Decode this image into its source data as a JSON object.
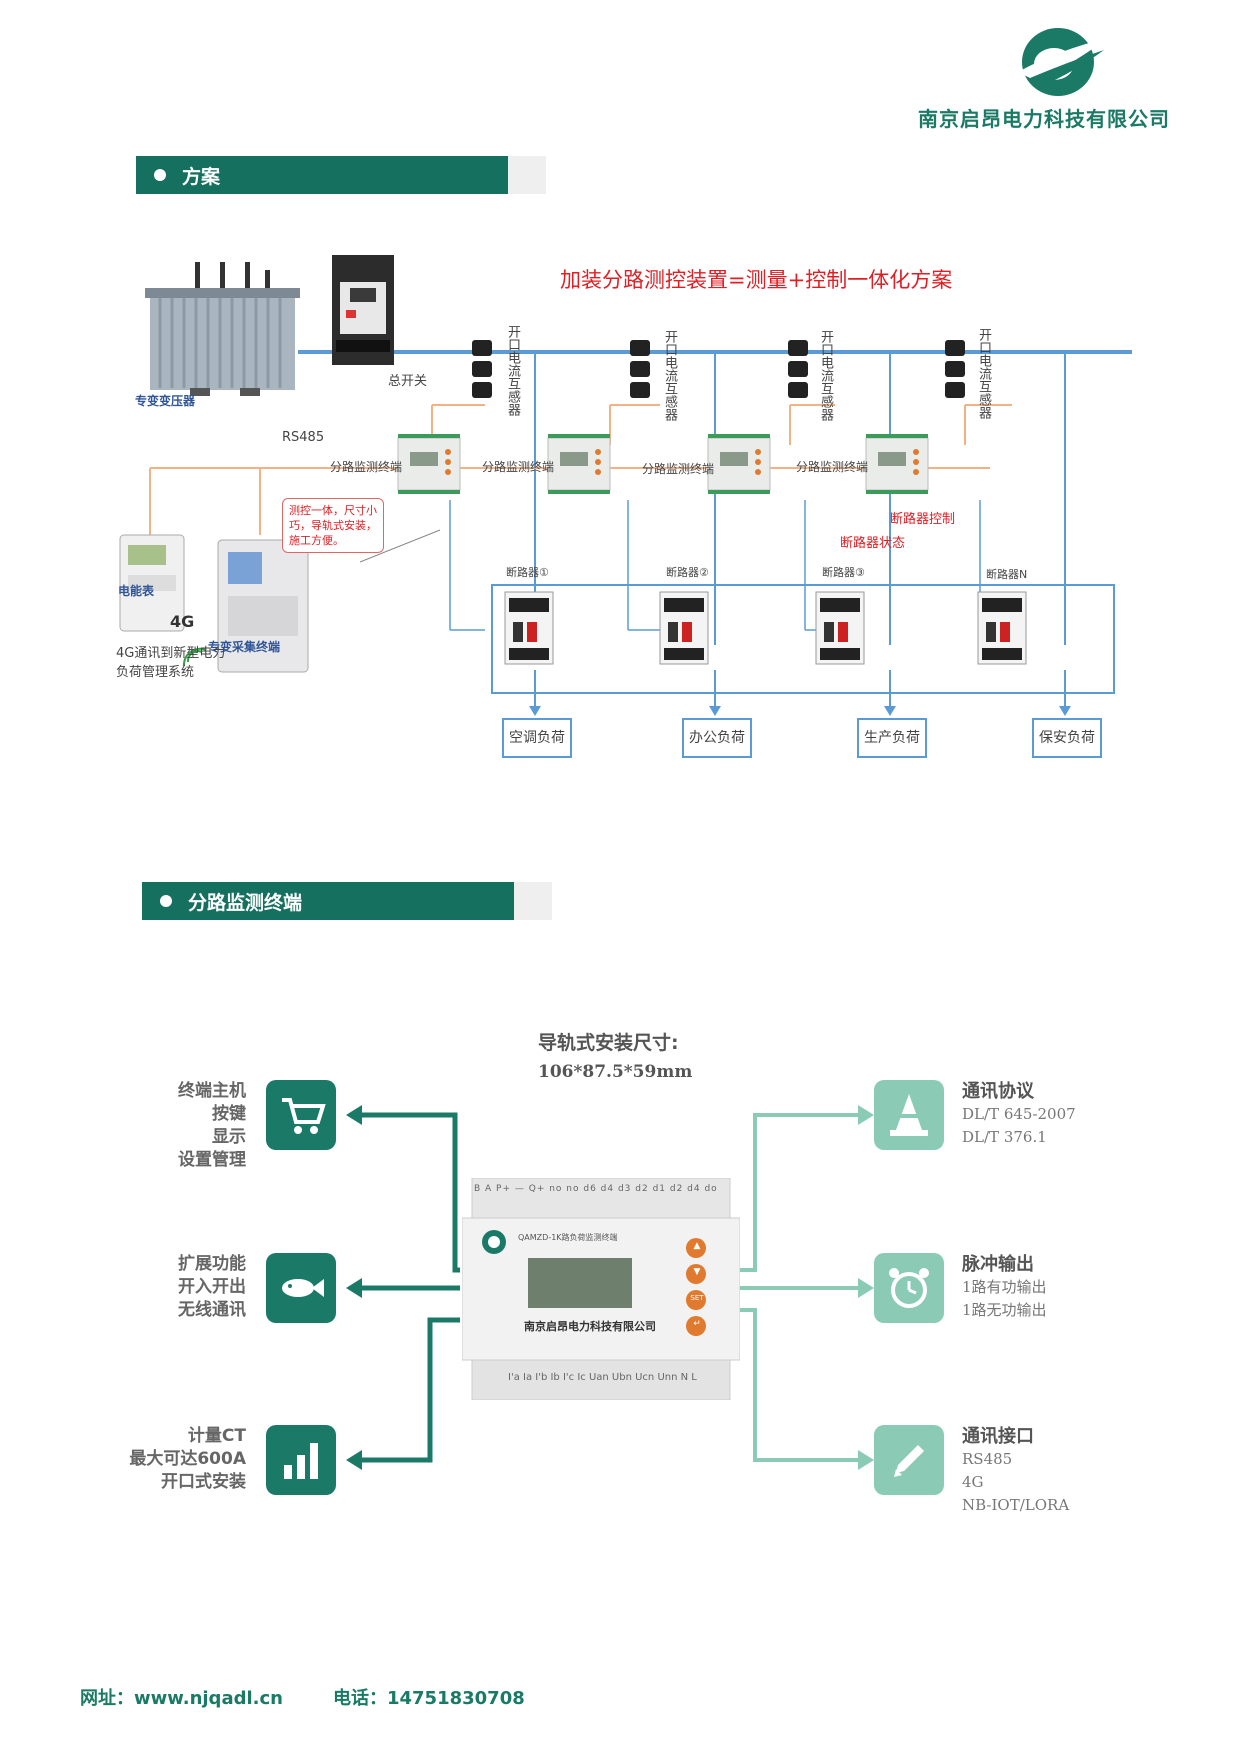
{
  "header": {
    "company_name": "南京启昂电力科技有限公司"
  },
  "colors": {
    "brand_green": "#16705f",
    "light_green": "#8bcbb5",
    "accent_red": "#e01e24",
    "line_blue": "#5b9bd5",
    "line_orange": "#f4b183"
  },
  "section1": {
    "title": "方案"
  },
  "diagram": {
    "title": "加装分路测控装置=测量+控制一体化方案",
    "transformer_label": "专变变压器",
    "main_switch_label": "总开关",
    "rs485_label": "RS485",
    "ct_label": "开口电流互感器",
    "branch_terminal_label": "分路监测终端",
    "meter_label": "电能表",
    "collector_label": "专变采集终端",
    "g4_label": "4G",
    "g4_note": "4G通讯到新型电力负荷管理系统",
    "callout": "测控一体，尺寸小巧，导轨式安装，施工方便。",
    "breaker_control_label": "断路器控制",
    "breaker_status_label": "断路器状态",
    "breakers": [
      "断路器①",
      "断路器②",
      "断路器③",
      "断路器N"
    ],
    "loads": [
      "空调负荷",
      "办公负荷",
      "生产负荷",
      "保安负荷"
    ]
  },
  "section2": {
    "title": "分路监测终端"
  },
  "terminal": {
    "dim_title": "导轨式安装尺寸:",
    "dim_value": "106*87.5*59mm",
    "device_name": "南京启昂电力科技有限公司",
    "device_model": "QAMZD-1K路负荷监测终端",
    "top_terminals": "B A P+ — Q+ no no d6 d4 d3 d2 d1 d2 d4 do",
    "bottom_terminals": "I'a Ia I'b Ib I'c Ic Uan Ubn Ucn Unn N L",
    "button_labels": [
      "▲",
      "▼",
      "SET",
      "↵"
    ],
    "left_features": [
      {
        "icon": "cart-icon",
        "lines": [
          "终端主机",
          "按键",
          "显示",
          "设置管理"
        ]
      },
      {
        "icon": "fish-icon",
        "lines": [
          "扩展功能",
          "开入开出",
          "无线通讯"
        ]
      },
      {
        "icon": "bar-chart-icon",
        "lines": [
          "计量CT",
          "最大可达600A",
          "开口式安装"
        ]
      }
    ],
    "right_features": [
      {
        "icon": "cone-icon",
        "head": "通讯协议",
        "lines": [
          "DL/T 645-2007",
          "DL/T 376.1"
        ]
      },
      {
        "icon": "alarm-clock-icon",
        "head": "脉冲输出",
        "lines": [
          "1路有功输出",
          "1路无功输出"
        ]
      },
      {
        "icon": "pencil-icon",
        "head": "通讯接口",
        "lines": [
          "RS485",
          "4G",
          "NB-IOT/LORA"
        ]
      }
    ]
  },
  "footer": {
    "website": "网址：www.njqadl.cn",
    "phone": "电话：14751830708"
  }
}
